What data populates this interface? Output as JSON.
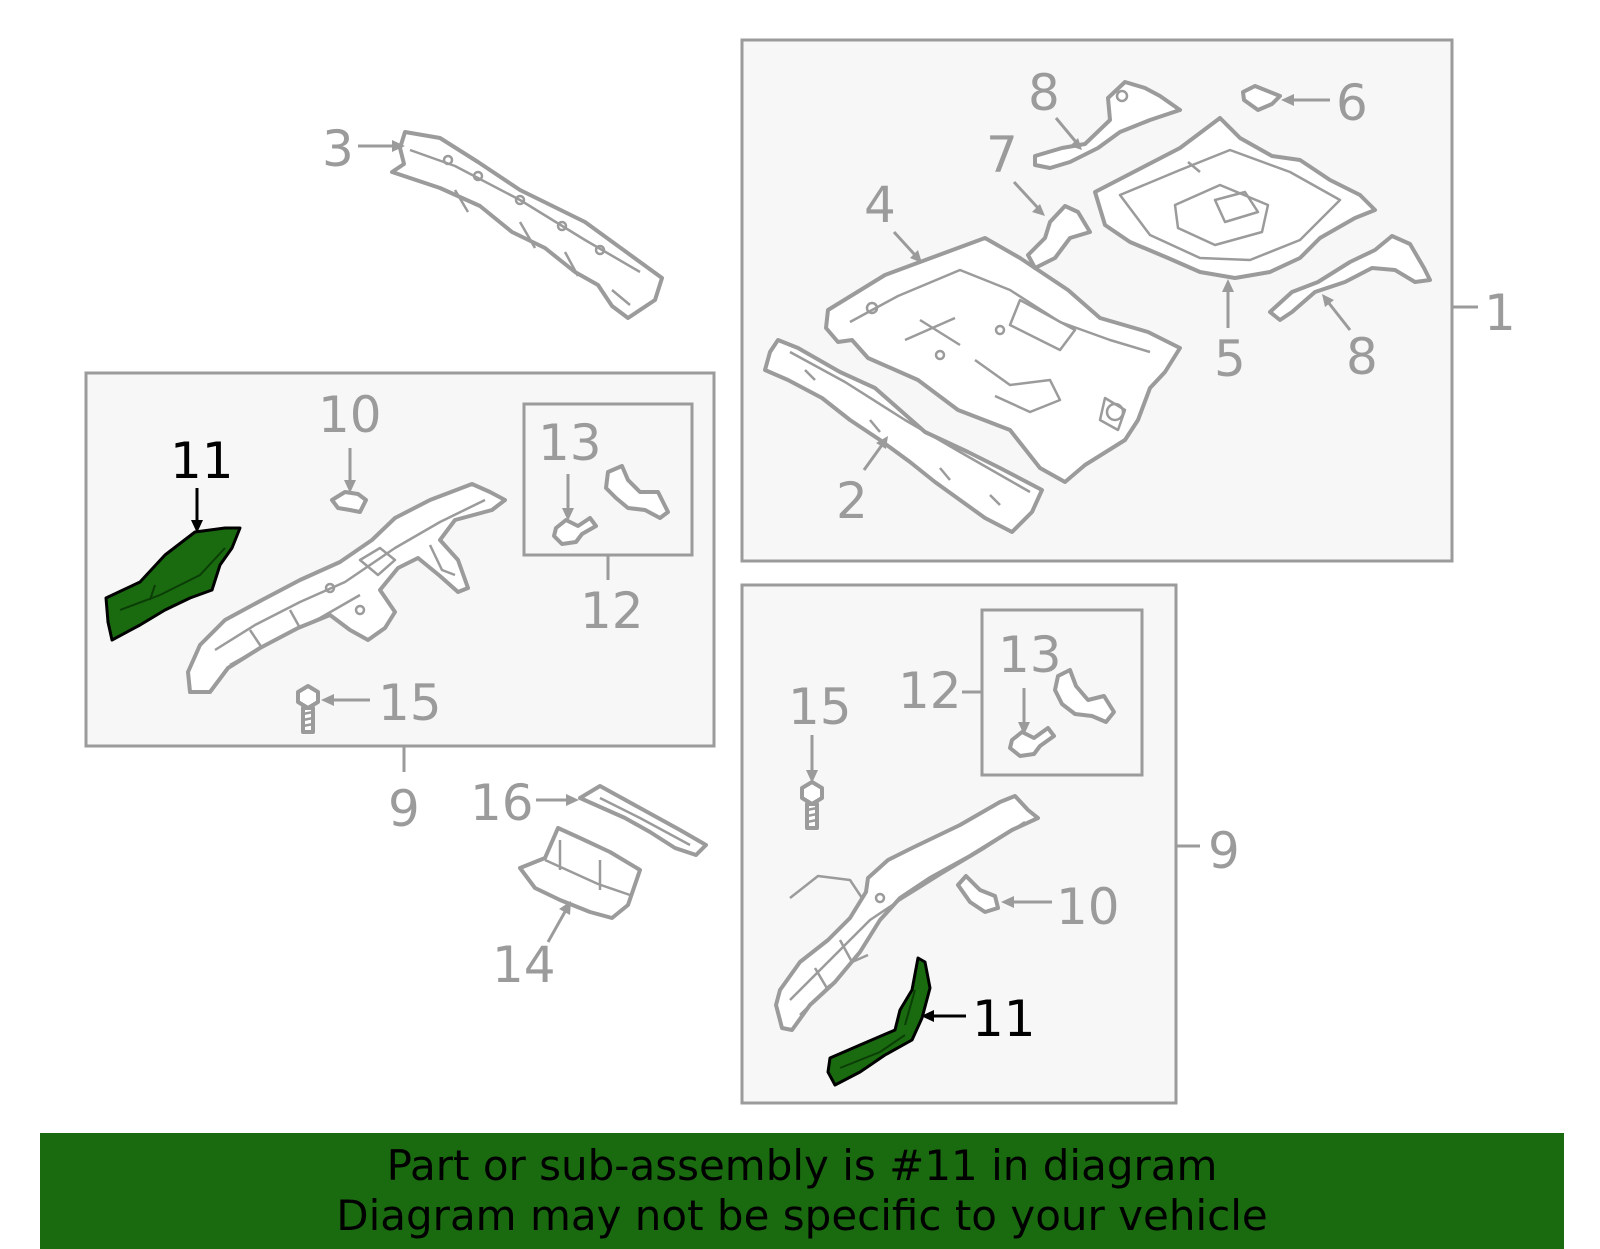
{
  "diagram": {
    "callouts": {
      "c1": "1",
      "c2": "2",
      "c3": "3",
      "c4": "4",
      "c5": "5",
      "c6": "6",
      "c7": "7",
      "c8a": "8",
      "c8b": "8",
      "c9a": "9",
      "c9b": "9",
      "c10a": "10",
      "c10b": "10",
      "c11a": "11",
      "c11b": "11",
      "c12a": "12",
      "c12b": "12",
      "c13a": "13",
      "c13b": "13",
      "c14": "14",
      "c15a": "15",
      "c15b": "15",
      "c16": "16"
    },
    "highlight_part": "11"
  },
  "banner": {
    "line1": "Part or sub-assembly is #11 in diagram",
    "line2": "Diagram may not be specific to your vehicle"
  },
  "colors": {
    "highlight": "#1a6b10",
    "banner_bg": "#1a6b10",
    "line": "#9b9b9b",
    "box_bg": "#f7f7f7"
  }
}
